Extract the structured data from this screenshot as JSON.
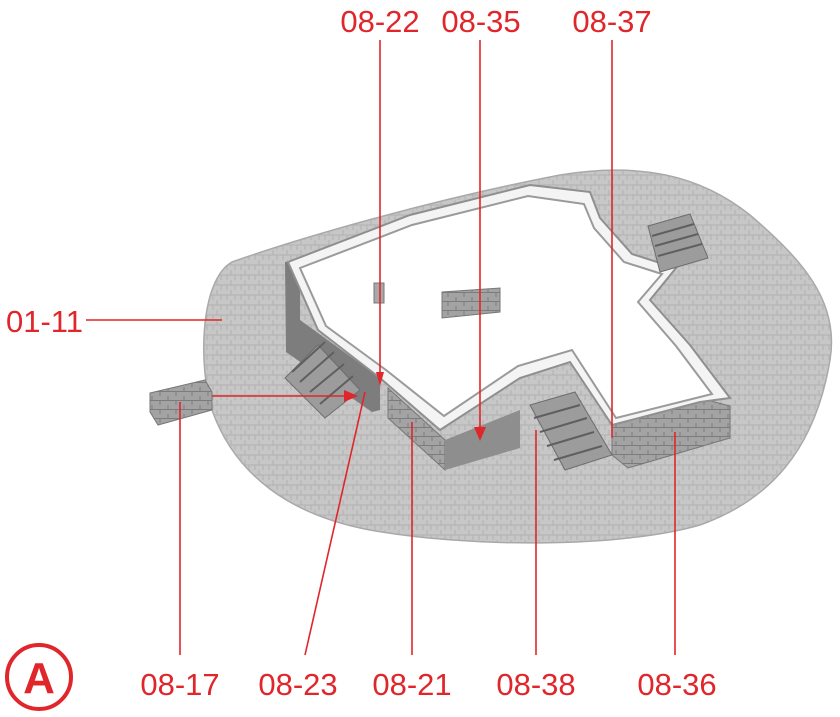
{
  "badge": {
    "letter": "A"
  },
  "callouts": {
    "top": [
      "08-22",
      "08-35",
      "08-37"
    ],
    "left": "01-11",
    "bottom": [
      "08-17",
      "08-23",
      "08-21",
      "08-38",
      "08-36"
    ]
  },
  "colors": {
    "accent": "#e0262b",
    "base": "#c4c4c4",
    "wall": "#8a8a8a",
    "stone": "#9b9b9b"
  }
}
